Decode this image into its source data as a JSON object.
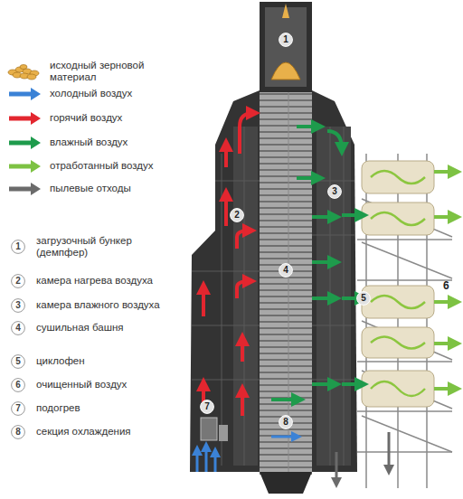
{
  "diagram": {
    "nodes": [
      {
        "text": [
          "1"
        ]
      },
      {
        "text": [
          "2"
        ]
      },
      {
        "text": [
          "3"
        ]
      },
      {
        "text": [
          "4"
        ]
      },
      {
        "text": [
          "5"
        ]
      },
      {
        "text": [
          "6"
        ]
      },
      {
        "text": [
          "7"
        ]
      },
      {
        "text": [
          "8"
        ]
      },
      {
        "text": [
          "1"
        ]
      },
      {
        "text": [
          "2"
        ]
      },
      {
        "text": [
          "3"
        ]
      },
      {
        "text": [
          "4"
        ]
      },
      {
        "text": [
          "5"
        ]
      },
      {
        "text": [
          "7"
        ]
      },
      {
        "text": [
          "8"
        ]
      }
    ],
    "labels": [
      "загрузочный бункер (демпфер)",
      "камера нагрева воздуха",
      "камера влажного воздуха",
      "сушильная башня",
      "циклофен",
      "очищенный воздух",
      "подогрев",
      "секция охлаждения",
      "6"
    ],
    "legend": [
      {
        "text": "исходный зерновой материал"
      },
      {
        "text": "холодный воздух",
        "color": "#3b82d6"
      },
      {
        "text": "горячий воздух",
        "color": "#e3262f"
      },
      {
        "text": "влажный воздух",
        "color": "#1e9b4c"
      },
      {
        "text": "отработанный воздух",
        "color": "#7dc243"
      },
      {
        "text": "пылевые отходы",
        "color": "#6b6b6b"
      }
    ]
  }
}
